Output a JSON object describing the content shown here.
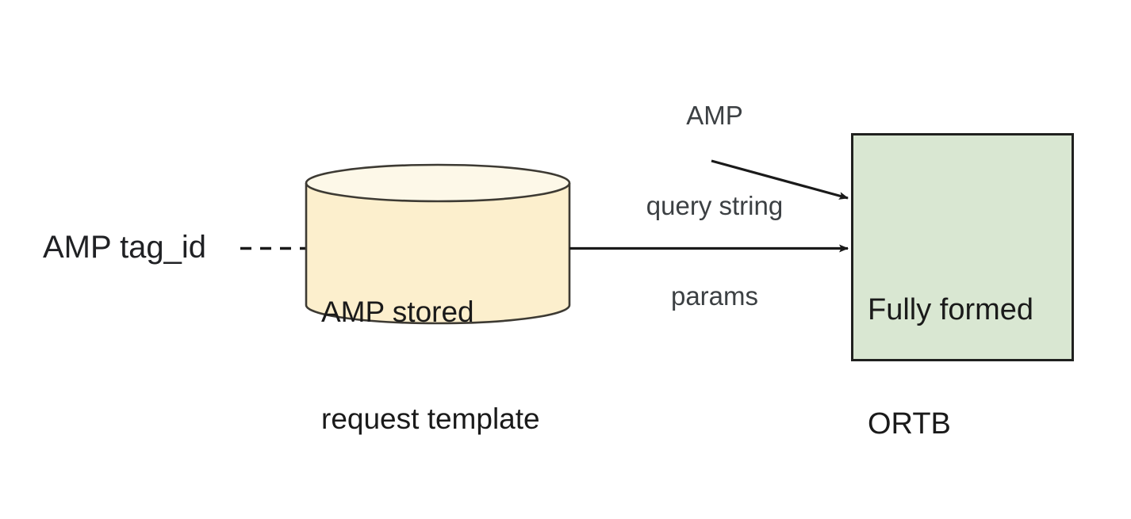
{
  "diagram": {
    "type": "flow-diagram",
    "background_color": "#ffffff",
    "nodes": [
      {
        "id": "amp-tag-id",
        "shape": "text",
        "label": "AMP tag_id",
        "text_color": "#202124"
      },
      {
        "id": "amp-stored-request-template",
        "shape": "cylinder",
        "label_line_1": "AMP stored",
        "label_line_2": "request template",
        "fill_color": "#FCEFCD",
        "top_fill_color": "#FDF8E8",
        "stroke_color": "#3d3a33"
      },
      {
        "id": "fully-formed-ortb",
        "shape": "rectangle",
        "label_line_1": "Fully formed",
        "label_line_2": "ORTB",
        "fill_color": "#D9E7D2",
        "stroke_color": "#20211f"
      }
    ],
    "edges": [
      {
        "id": "tag-id-to-template",
        "style": "dashed",
        "arrowhead": "none",
        "from": "amp-tag-id",
        "to": "amp-stored-request-template",
        "stroke_color": "#1a1a1a"
      },
      {
        "id": "template-to-ortb",
        "style": "solid",
        "arrowhead": "filled-triangle",
        "from": "amp-stored-request-template",
        "to": "fully-formed-ortb",
        "stroke_color": "#1a1a1a"
      },
      {
        "id": "query-params-to-ortb",
        "style": "solid",
        "arrowhead": "filled-triangle",
        "from": "amp-query-string-params",
        "to": "fully-formed-ortb",
        "stroke_color": "#1a1a1a",
        "label_line_1": "AMP",
        "label_line_2": "query string",
        "label_line_3": "params",
        "label_color": "#3c4043"
      }
    ]
  }
}
